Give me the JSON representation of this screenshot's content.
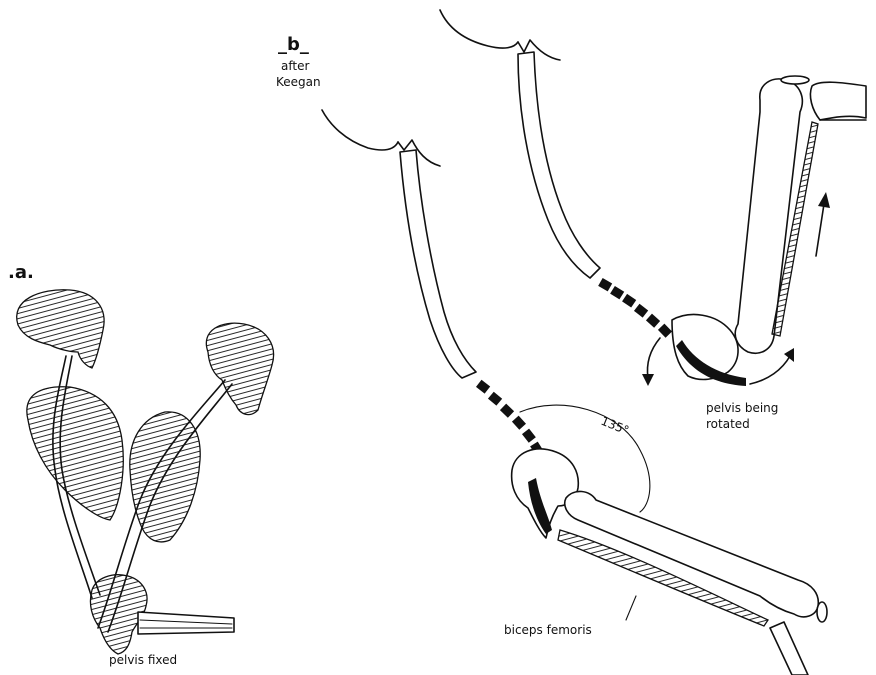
{
  "panel_a": {
    "label": ".a.",
    "caption": "pelvis fixed"
  },
  "panel_b": {
    "label": "_b_",
    "credit_line1": "after",
    "credit_line2": "Keegan",
    "angle_label": "135°",
    "muscle_label": "biceps femoris",
    "rotation_line1": "pelvis being",
    "rotation_line2": "rotated"
  }
}
